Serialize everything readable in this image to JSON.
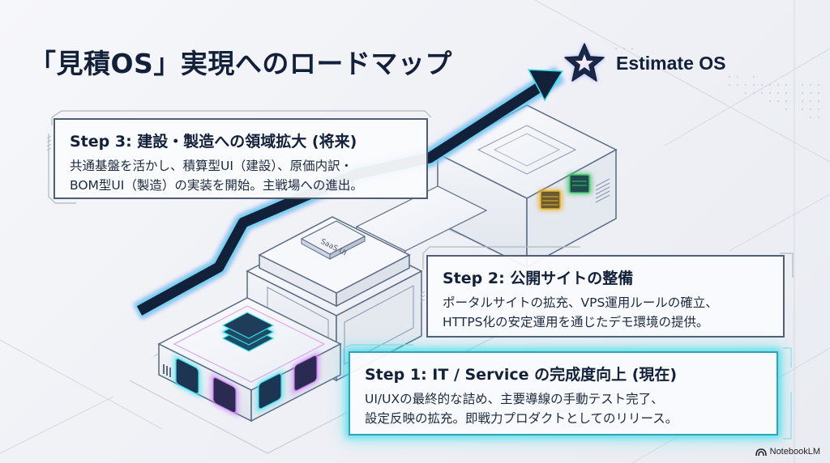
{
  "title": "「見積OS」実現へのロードマップ",
  "goal": {
    "icon": "star-icon",
    "label": "Estimate OS"
  },
  "steps": [
    {
      "id": "step-1",
      "title": "Step 1: IT / Service の完成度向上 (現在)",
      "lines": [
        "UI/UXの最終的な詰め、主要導線の手動テスト完了、",
        "設定反映の拡充。即戦力プロダクトとしてのリリース。"
      ],
      "highlighted": true
    },
    {
      "id": "step-2",
      "title": "Step 2: 公開サイトの整備",
      "lines": [
        "ポータルサイトの拡充、VPS運用ルールの確立、",
        "HTTPS化の安定運用を通じたデモ環境の提供。"
      ],
      "highlighted": false
    },
    {
      "id": "step-3",
      "title": "Step 3: 建設・製造への領域拡大 (将来)",
      "lines": [
        "共通基盤を活かし、積算型UI（建設）、原価内訳・",
        "BOM型UI（製造）の実装を開始。主戦場への進出。"
      ],
      "highlighted": false
    }
  ],
  "illustration": {
    "platform_label": "SaaS UI",
    "icons": [
      "layers-icon",
      "network-icon",
      "package-icon",
      "database-icon",
      "chip-icon"
    ]
  },
  "colors": {
    "navy": "#13203a",
    "cyan_glow": "#3ce0ee",
    "magenta_glow": "#c77cf0",
    "gold": "#e6b430",
    "green": "#3fc36a"
  },
  "watermark": "NotebookLM"
}
